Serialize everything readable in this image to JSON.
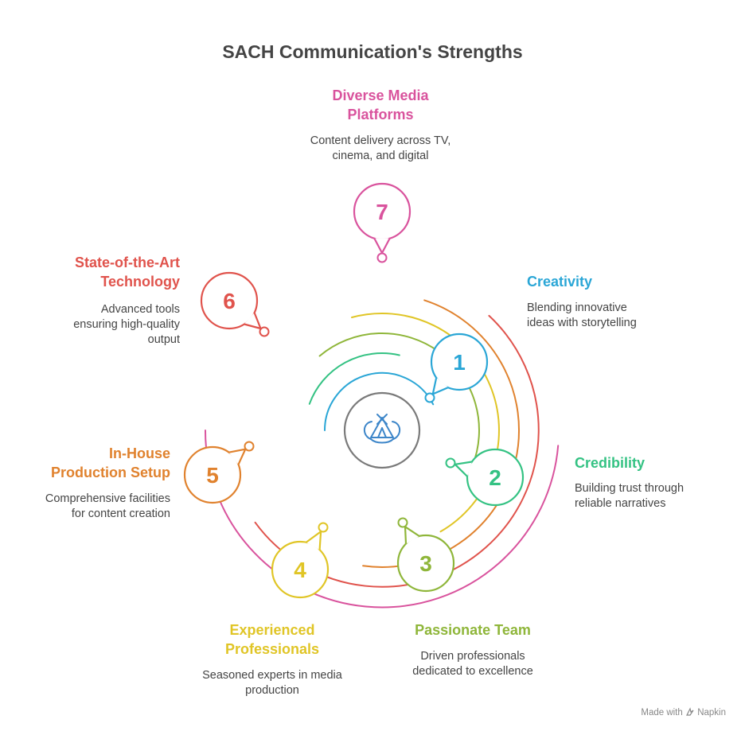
{
  "title": "SACH Communication's Strengths",
  "center_icon": "tent-logo-icon",
  "items": [
    {
      "number": "1",
      "label_lines": [
        "Creativity"
      ],
      "desc_lines": [
        "Blending innovative",
        "ideas with storytelling"
      ],
      "color": "#2aa6d6"
    },
    {
      "number": "2",
      "label_lines": [
        "Credibility"
      ],
      "desc_lines": [
        "Building trust through",
        "reliable narratives"
      ],
      "color": "#34c283"
    },
    {
      "number": "3",
      "label_lines": [
        "Passionate Team"
      ],
      "desc_lines": [
        "Driven professionals",
        "dedicated to excellence"
      ],
      "color": "#8fb63a"
    },
    {
      "number": "4",
      "label_lines": [
        "Experienced",
        "Professionals"
      ],
      "desc_lines": [
        "Seasoned experts in media",
        "production"
      ],
      "color": "#e0c526"
    },
    {
      "number": "5",
      "label_lines": [
        "In-House",
        "Production Setup"
      ],
      "desc_lines": [
        "Comprehensive facilities",
        "for content creation"
      ],
      "color": "#e0822e"
    },
    {
      "number": "6",
      "label_lines": [
        "State-of-the-Art",
        "Technology"
      ],
      "desc_lines": [
        "Advanced tools",
        "ensuring high-quality",
        "output"
      ],
      "color": "#e0534c"
    },
    {
      "number": "7",
      "label_lines": [
        "Diverse Media",
        "Platforms"
      ],
      "desc_lines": [
        "Content delivery across TV,",
        "cinema, and digital"
      ],
      "color": "#d9539d"
    }
  ],
  "footer": {
    "text": "Made with",
    "brand": "Napkin"
  }
}
